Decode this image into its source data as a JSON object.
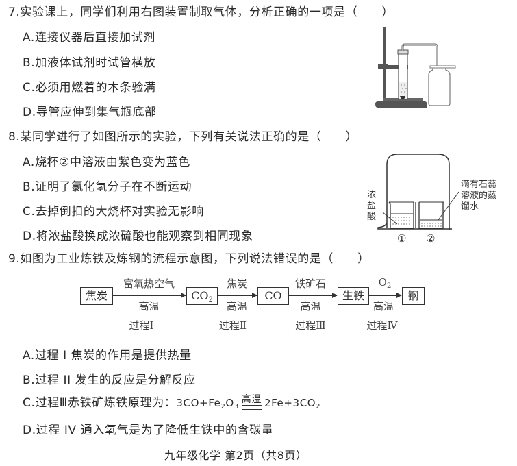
{
  "questions": [
    {
      "number": "7.",
      "stem": "实验课上，同学们利用右图装置制取气体，分析正确的一项是（　　）",
      "options": [
        {
          "label": "A.",
          "text": "连接仪器后直接加试剂"
        },
        {
          "label": "B.",
          "text": "加液体试剂时试管横放"
        },
        {
          "label": "C.",
          "text": "必须用燃着的木条验满"
        },
        {
          "label": "D.",
          "text": "导管应伸到集气瓶底部"
        }
      ],
      "figure": {
        "type": "apparatus",
        "components": [
          "iron-stand",
          "test-tube-with-liquid",
          "delivery-tube",
          "gas-collection-bottle"
        ]
      }
    },
    {
      "number": "8.",
      "stem": "某同学进行了如图所示的实验，下列有关说法正确的是（　　）",
      "options": [
        {
          "label": "A.",
          "text": "烧杯②中溶液由紫色变为蓝色"
        },
        {
          "label": "B.",
          "text": "证明了氯化氢分子在不断运动"
        },
        {
          "label": "C.",
          "text": "去掉倒扣的大烧杯对实验无影响"
        },
        {
          "label": "D.",
          "text": "将浓盐酸换成浓硫酸也能观察到相同现象"
        }
      ],
      "figure": {
        "left_label": [
          "浓",
          "盐",
          "酸"
        ],
        "right_label": [
          "滴有石蕊",
          "溶液的蒸",
          "馏水"
        ],
        "beaker_1": "①",
        "beaker_2": "②"
      }
    },
    {
      "number": "9.",
      "stem": "如图为工业炼铁及炼钢的流程示意图，下列说法错误的是（　　）",
      "flow": {
        "nodes": [
          "焦炭",
          "CO",
          "CO",
          "生铁",
          "钢"
        ],
        "node2_sub": "2",
        "arrows": [
          {
            "above": "富氧热空气",
            "below": "高温",
            "process": "过程Ⅰ"
          },
          {
            "above": "焦炭",
            "below": "高温",
            "process": "过程Ⅱ"
          },
          {
            "above": "铁矿石",
            "below": "高温",
            "process": "过程Ⅲ"
          },
          {
            "above": "O",
            "above_sub": "2",
            "below": "高温",
            "process": "过程Ⅳ"
          }
        ]
      },
      "options": [
        {
          "label": "A.",
          "text": "过程 I 焦炭的作用是提供热量"
        },
        {
          "label": "B.",
          "text": "过程 II 发生的反应是分解反应"
        },
        {
          "label": "C.",
          "text": "过程Ⅲ赤铁矿炼铁原理为：",
          "equation": {
            "left_a": "3CO+Fe",
            "sub1": "2",
            "left_b": "O",
            "sub2": "3",
            "condition": "高温",
            "right_a": "2Fe+3CO",
            "sub3": "2"
          }
        },
        {
          "label": "D.",
          "text": "过程 IV 通入氧气是为了降低生铁中的含碳量"
        }
      ]
    }
  ],
  "footer": "九年级化学 第2页（共8页）"
}
